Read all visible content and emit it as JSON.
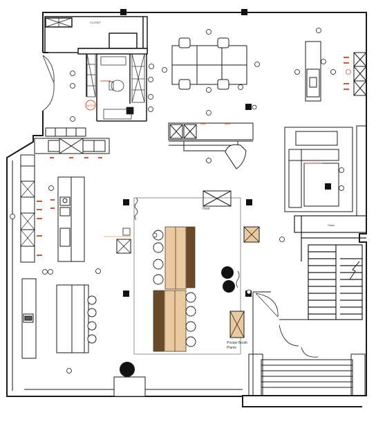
{
  "labels": {
    "host": "Host",
    "private_booth_line1": "Private Booth",
    "private_booth_line2": "Plants",
    "closet": "CLOSET",
    "stairs": "Stairs",
    "meter": "WATER"
  },
  "colors": {
    "wall": "#1a1a1a",
    "line": "#444444",
    "light_wood": "#e9c9a0",
    "dark_wood": "#6b4a2c",
    "orange": "#e8913a",
    "red_note": "#d9532c",
    "plant": "#111111"
  }
}
